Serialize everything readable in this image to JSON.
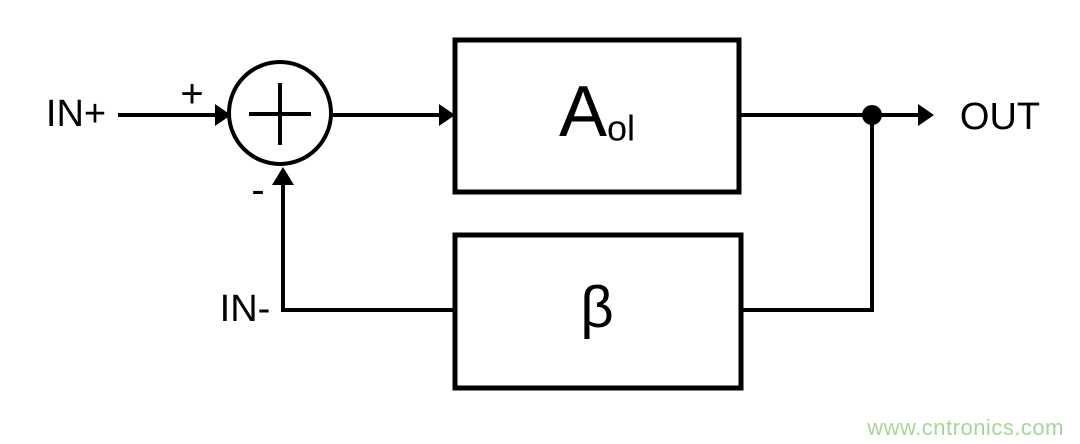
{
  "canvas": {
    "background": "#ffffff",
    "line_color": "#000000"
  },
  "diagram": {
    "labels": {
      "input_positive": "IN+",
      "plus_sign": "+",
      "minus_sign": "-",
      "input_negative": "IN-",
      "output": "OUT"
    },
    "blocks": {
      "gain": {
        "base": "A",
        "subscript": "ol"
      },
      "feedback": {
        "symbol": "β"
      }
    },
    "watermark": {
      "text": "www.cntronics.com",
      "color": "#a7d69b"
    }
  }
}
